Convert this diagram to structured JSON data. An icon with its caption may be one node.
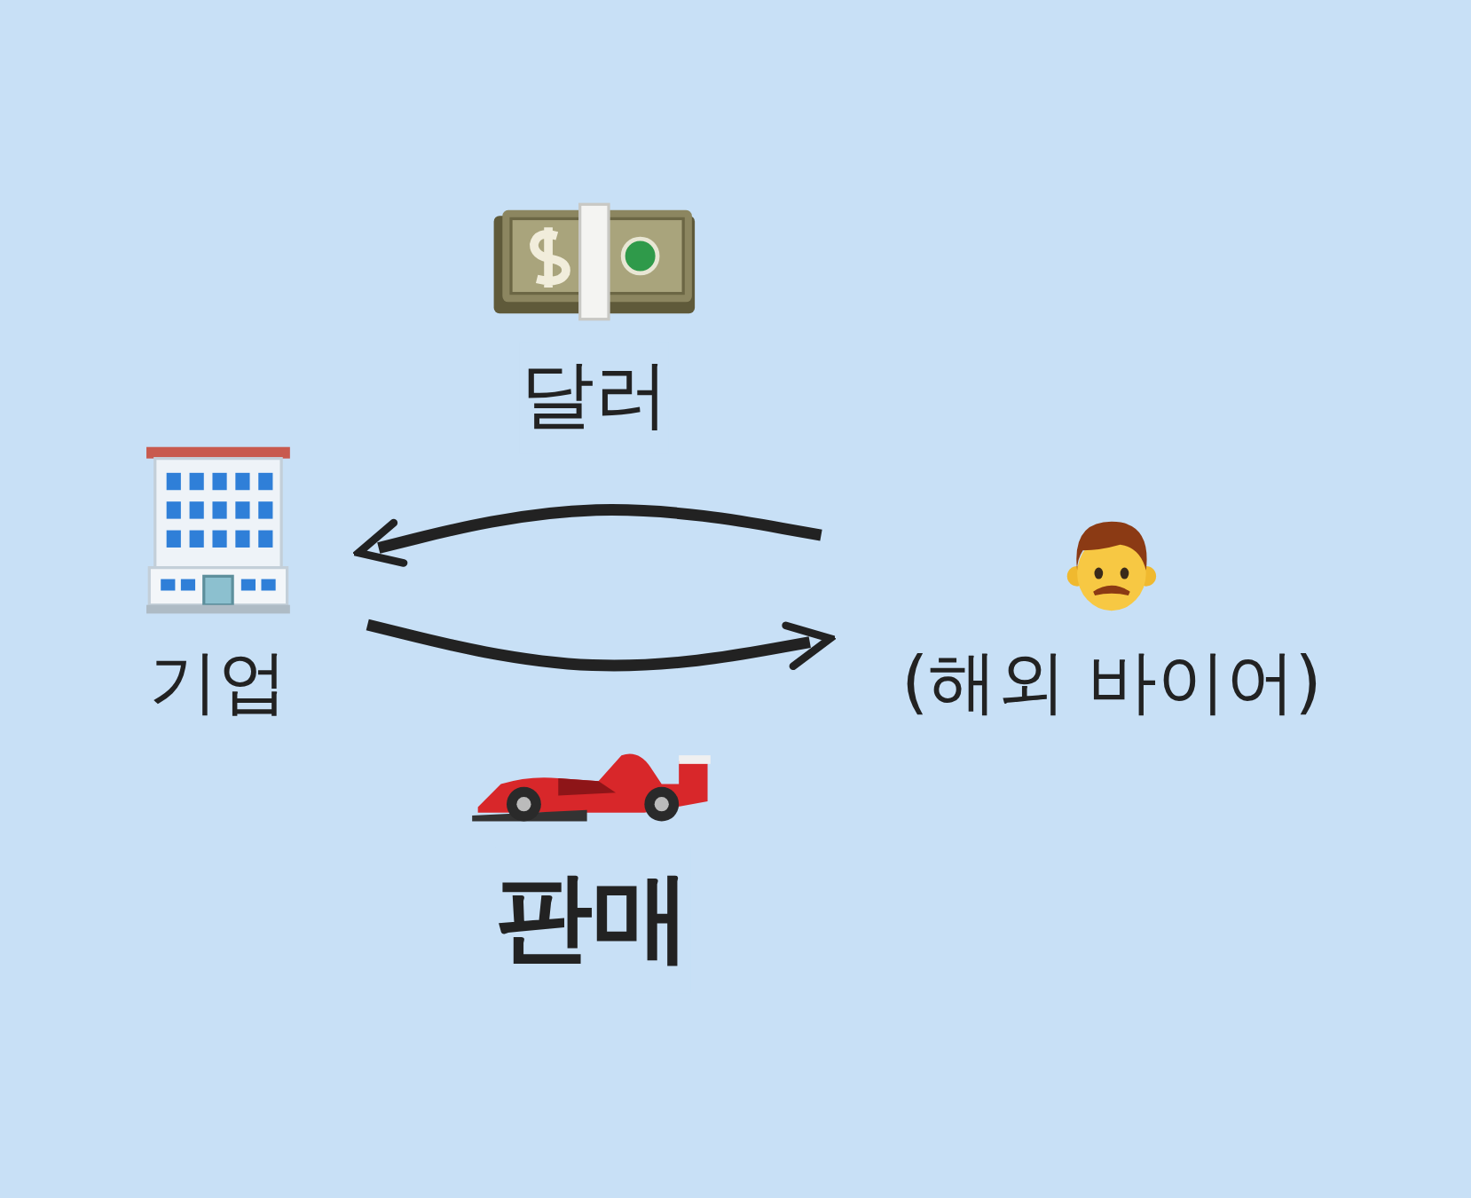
{
  "diagram": {
    "nodes": [
      {
        "text": [
          "기업"
        ]
      },
      {
        "text": [
          "(해외 바이어)"
        ]
      }
    ],
    "edges": [
      {
        "from": 1,
        "to": 0,
        "arrow": "to",
        "label": "달러"
      },
      {
        "from": 0,
        "to": 1,
        "arrow": "to",
        "label": "판매"
      }
    ]
  }
}
